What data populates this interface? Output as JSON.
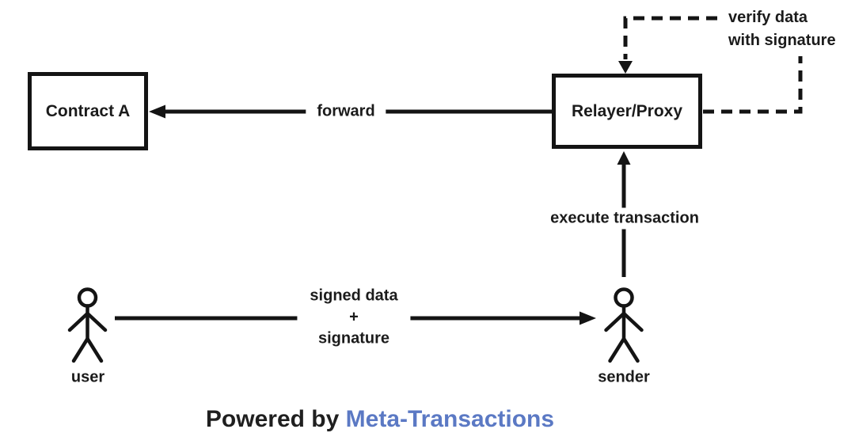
{
  "nodes": {
    "contract_a": "Contract A",
    "relayer": "Relayer/Proxy",
    "user": "user",
    "sender": "sender"
  },
  "edges": {
    "forward": "forward",
    "execute_transaction": "execute transaction",
    "signed_data": [
      "signed data",
      "+",
      "signature"
    ],
    "verify": [
      "verify data",
      "with signature"
    ]
  },
  "footer": {
    "prefix": "Powered by",
    "brand": "Meta-Transactions"
  },
  "colors": {
    "ink": "#141414",
    "background": "#ffffff",
    "brand_link": "#5b79c4"
  }
}
